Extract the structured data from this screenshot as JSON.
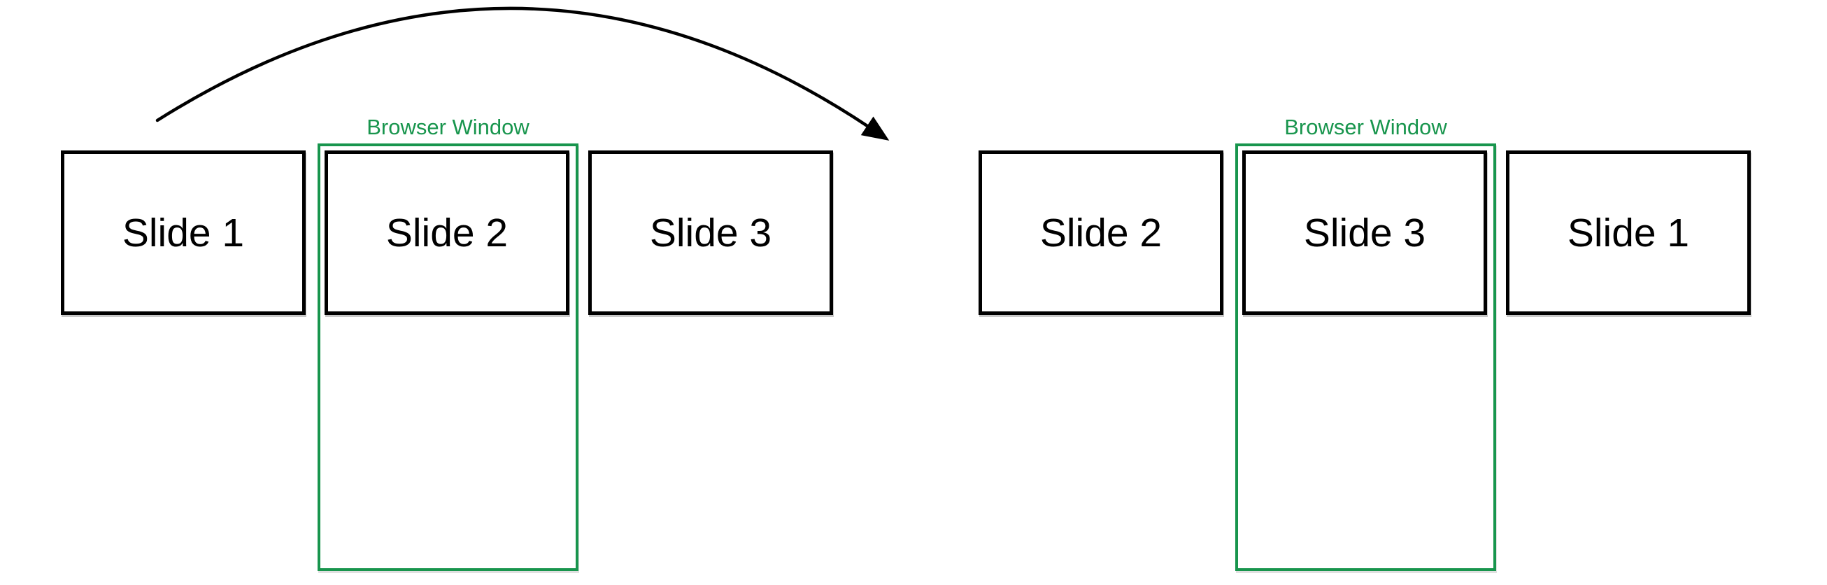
{
  "diagram": {
    "type": "carousel-rotation-diagram",
    "colors": {
      "accent_green": "#18954D",
      "line_black": "#000000",
      "background": "#ffffff"
    },
    "icons": {
      "arrow": "curved-arrow-right"
    }
  },
  "groups": [
    {
      "label": "Browser Window",
      "slides": [
        "Slide 1",
        "Slide 2",
        "Slide 3"
      ],
      "framed_slide_index": 1
    },
    {
      "label": "Browser Window",
      "slides": [
        "Slide 2",
        "Slide 3",
        "Slide 1"
      ],
      "framed_slide_index": 1
    }
  ]
}
